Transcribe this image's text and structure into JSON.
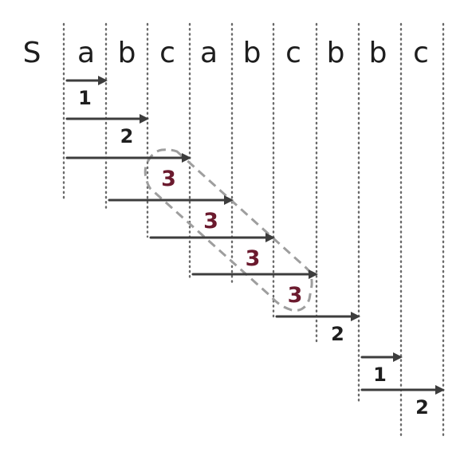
{
  "string": {
    "start_symbol": "S",
    "characters": [
      "a",
      "b",
      "c",
      "a",
      "b",
      "c",
      "b",
      "b",
      "c"
    ]
  },
  "segments": [
    {
      "from": 1,
      "to": 1,
      "length": "1",
      "highlighted": false
    },
    {
      "from": 1,
      "to": 2,
      "length": "2",
      "highlighted": false
    },
    {
      "from": 1,
      "to": 3,
      "length": "3",
      "highlighted": true
    },
    {
      "from": 2,
      "to": 4,
      "length": "3",
      "highlighted": true
    },
    {
      "from": 3,
      "to": 5,
      "length": "3",
      "highlighted": true
    },
    {
      "from": 4,
      "to": 6,
      "length": "3",
      "highlighted": true
    },
    {
      "from": 6,
      "to": 7,
      "length": "2",
      "highlighted": false
    },
    {
      "from": 8,
      "to": 8,
      "length": "1",
      "highlighted": false
    },
    {
      "from": 8,
      "to": 9,
      "length": "2",
      "highlighted": false
    }
  ],
  "colors": {
    "ink": "#1e1e1e",
    "arrow": "#3d3d3d",
    "highlight_text": "#6b1a2e",
    "highlight_outline": "#9e9e9e",
    "guide_lines": "#6a6a6a"
  }
}
